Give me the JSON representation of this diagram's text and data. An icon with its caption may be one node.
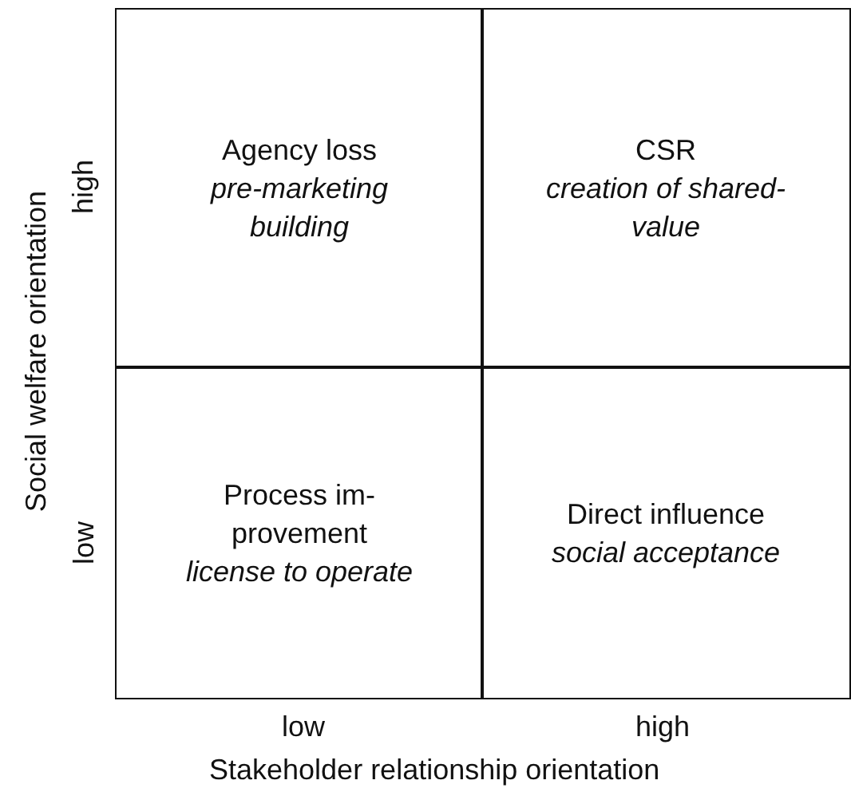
{
  "diagram": {
    "nodes": [
      {
        "text": [
          "Agency loss",
          "pre-marketing building"
        ]
      },
      {
        "text": [
          "CSR",
          "creation of shared-value"
        ]
      },
      {
        "text": [
          "Process im-provement",
          "license to operate"
        ]
      },
      {
        "text": [
          "Direct influence",
          "social acceptance"
        ]
      }
    ],
    "labels": [
      "Social welfare orientation",
      "high",
      "low",
      "low",
      "high",
      "Stakeholder relationship orientation"
    ]
  }
}
